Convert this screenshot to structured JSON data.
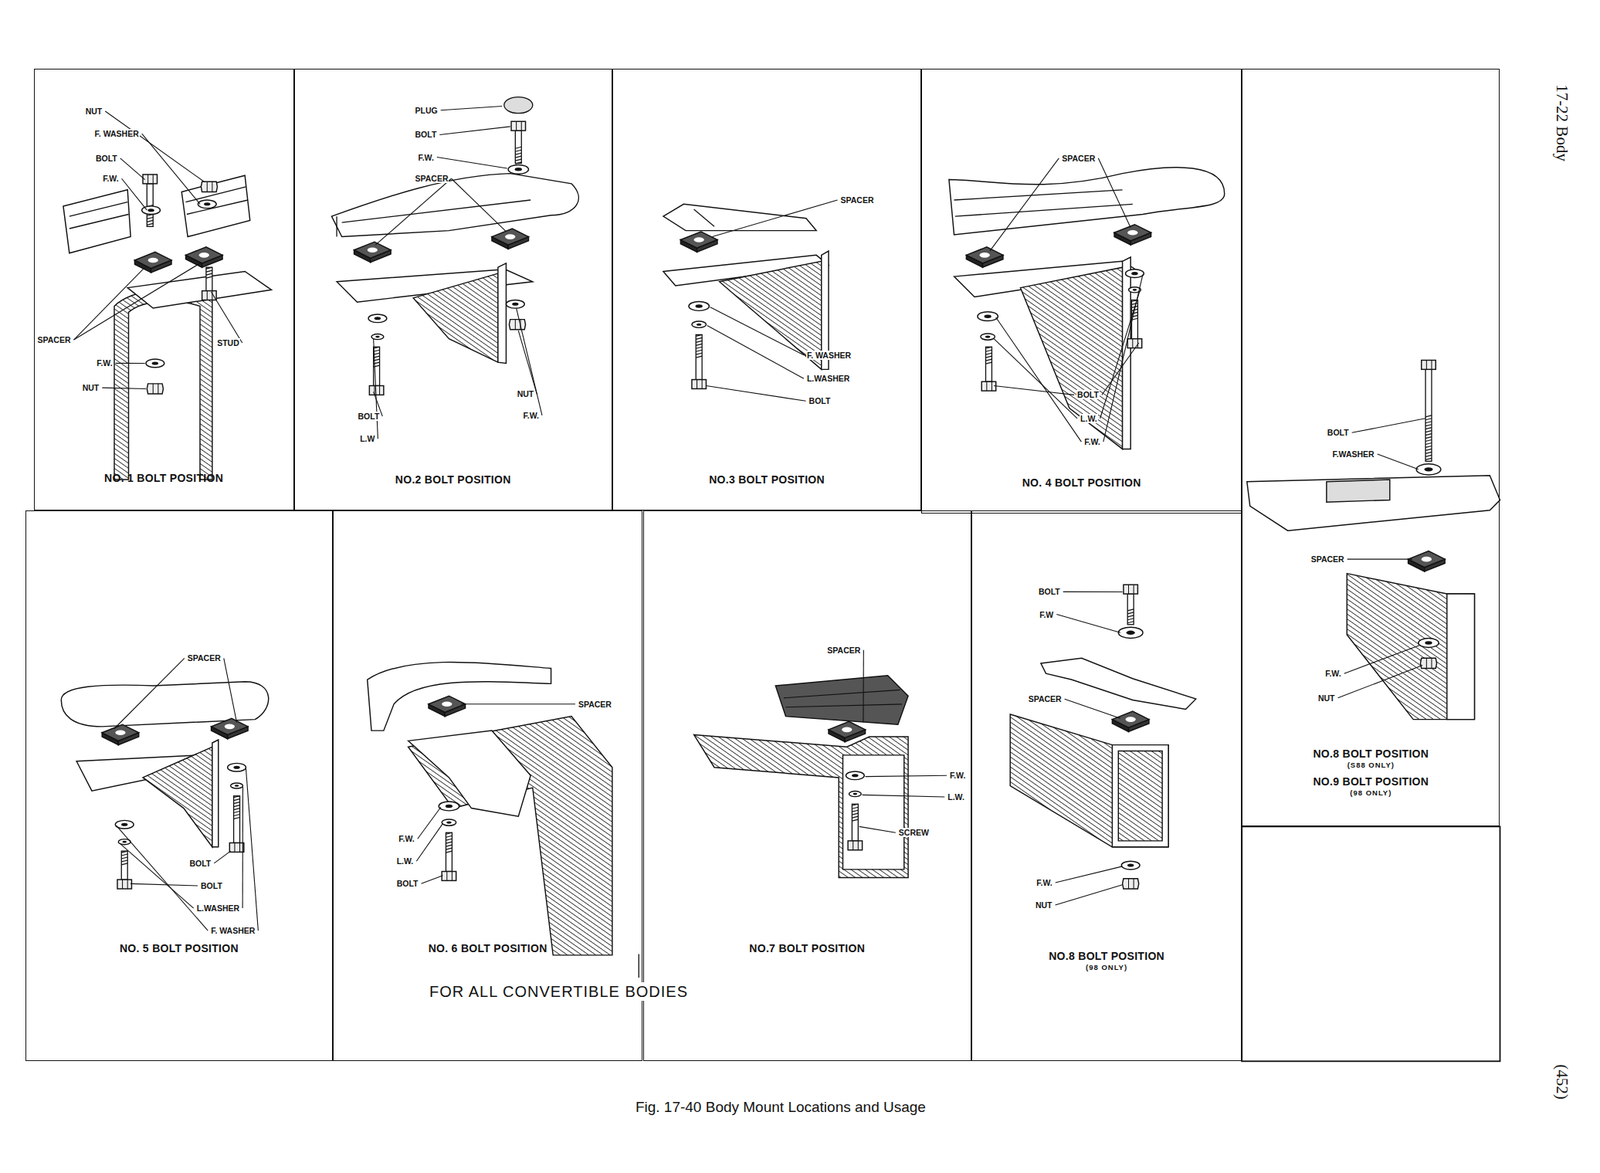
{
  "diagram": {
    "caption": "Fig. 17-40 Body Mount Locations and Usage",
    "nodes": [
      {
        "text": [
          "NO. 1 BOLT POSITION"
        ]
      },
      {
        "text": [
          "NO.2 BOLT POSITION"
        ]
      },
      {
        "text": [
          "NO.3 BOLT POSITION"
        ]
      },
      {
        "text": [
          "NO. 4 BOLT POSITION"
        ]
      },
      {
        "text": [
          "NO.8 BOLT POSITION",
          "(S88 ONLY)",
          "NO.9 BOLT POSITION",
          "(98 ONLY)"
        ]
      },
      {
        "text": [
          "NO. 5 BOLT POSITION"
        ]
      },
      {
        "text": [
          "NO. 6 BOLT POSITION"
        ]
      },
      {
        "text": [
          "NO.7 BOLT POSITION"
        ]
      },
      {
        "text": [
          "NO.8 BOLT POSITION",
          "(98 ONLY)"
        ]
      }
    ],
    "edges": [],
    "labels": [
      "NUT",
      "F. WASHER",
      "BOLT",
      "F.W.",
      "SPACER",
      "STUD",
      "F.W.",
      "NUT",
      "PLUG",
      "BOLT",
      "F.W.",
      "SPACER",
      "NUT",
      "BOLT",
      "F.W.",
      "L.W",
      "SPACER",
      "F. WASHER",
      "L.WASHER",
      "BOLT",
      "SPACER",
      "BOLT",
      "L.W.",
      "F.W.",
      "BOLT",
      "F.WASHER",
      "SPACER",
      "F.W.",
      "NUT",
      "SPACER",
      "BOLT",
      "BOLT",
      "L.WASHER",
      "F. WASHER",
      "SPACER",
      "F.W.",
      "L.W.",
      "BOLT",
      "SPACER",
      "F.W.",
      "L.W.",
      "SCREW",
      "BOLT",
      "F.W",
      "SPACER",
      "F.W.",
      "NUT",
      "FOR ALL CONVERTIBLE BODIES",
      "17-22 Body",
      "(452)"
    ]
  }
}
